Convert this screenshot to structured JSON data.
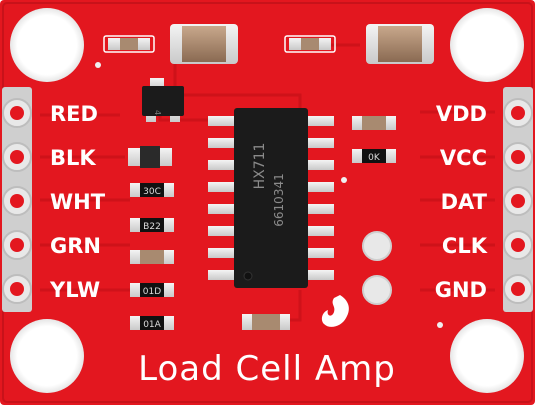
{
  "board": {
    "title": "Load Cell Amp",
    "colors": {
      "pcb": "#e3171f",
      "silk": "#ffffff",
      "pad": "#e8e8e8",
      "chip": "#1b1b1b",
      "cap": "#b89478"
    }
  },
  "left_pins": [
    "RED",
    "BLK",
    "WHT",
    "GRN",
    "YLW"
  ],
  "right_pins": [
    "VDD",
    "VCC",
    "DAT",
    "CLK",
    "GND"
  ],
  "chip": {
    "line1": "HX711",
    "line2": "6610341"
  },
  "components": {
    "r1": "30C",
    "r2": "B22",
    "r3": "01D",
    "r4": "01A",
    "r5": "0K",
    "r6": "4"
  }
}
